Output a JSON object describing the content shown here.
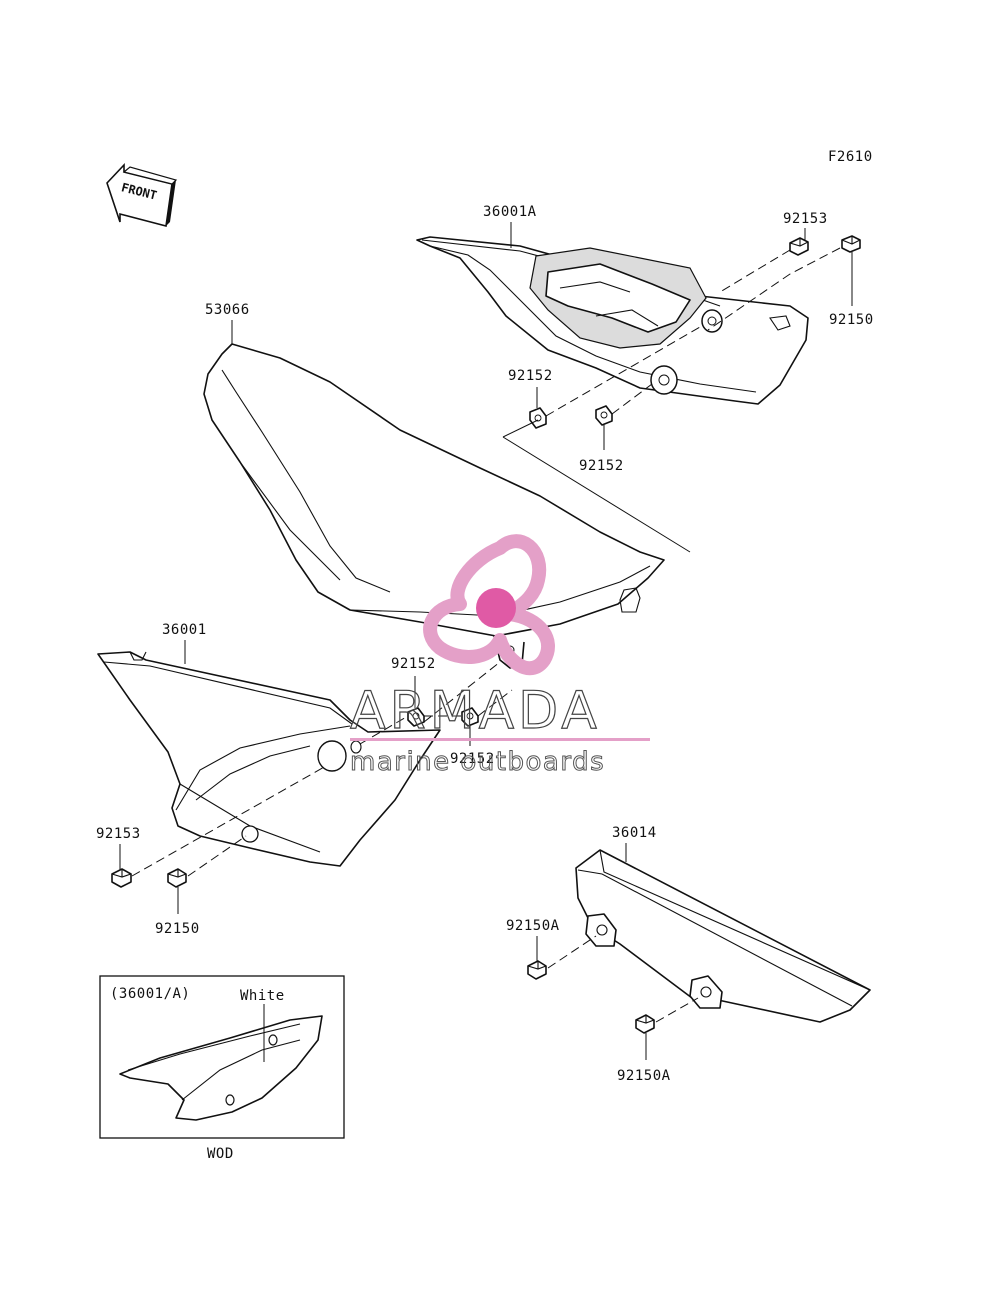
{
  "figure_code": "F2610",
  "front_arrow_text": "FRONT",
  "labels": {
    "p36001A": "36001A",
    "p92153_top": "92153",
    "p92150_top": "92150",
    "p53066": "53066",
    "p92152_a": "92152",
    "p92152_b": "92152",
    "p36001": "36001",
    "p92152_c": "92152",
    "p92152_d": "92152",
    "p92153_left": "92153",
    "p92150_left": "92150",
    "p36014": "36014",
    "p92150A_a": "92150A",
    "p92150A_b": "92150A"
  },
  "inset": {
    "title": "(36001/A)",
    "color_note": "White",
    "caption": "WOD"
  },
  "watermark": {
    "brand": "ARMADA",
    "tagline": "marine outboards",
    "accent_color": "#e05aa5",
    "ring_color": "#e4a0c8"
  }
}
